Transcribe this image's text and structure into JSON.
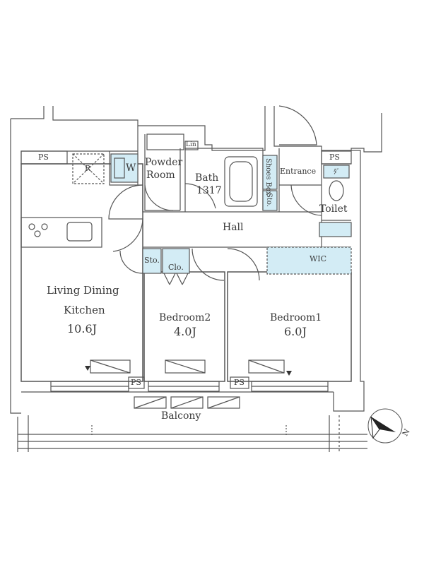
{
  "rooms": {
    "ldk_line1": "Living Dining",
    "ldk_line2": "Kitchen",
    "ldk_area": "10.6J",
    "bedroom2": "Bedroom2",
    "bedroom2_area": "4.0J",
    "bedroom1": "Bedroom1",
    "bedroom1_area": "6.0J",
    "powder_room_line1": "Powder",
    "powder_room_line2": "Room",
    "bath": "Bath",
    "bath_size": "1317",
    "entrance": "Entrance",
    "toilet": "Toilet",
    "hall": "Hall",
    "wic": "WIC",
    "balcony": "Balcony"
  },
  "fixtures": {
    "ps_top_left": "PS",
    "ps_top_right": "PS",
    "ps_bottom_mid": "PS",
    "ps_bottom_right": "PS",
    "refrigerator": "R",
    "washer": "W",
    "linen": "Lin",
    "shoes_box": "Shoes Box",
    "storage_entrance": "Sto.",
    "storage_hall": "Sto.",
    "closet": "Clo.",
    "toilet_sink": "ﾀﾞ"
  },
  "compass": {
    "north_label": "N"
  },
  "colors": {
    "wall": "#444444",
    "fixture_fill": "#d3ecf5",
    "line": "#555555"
  }
}
